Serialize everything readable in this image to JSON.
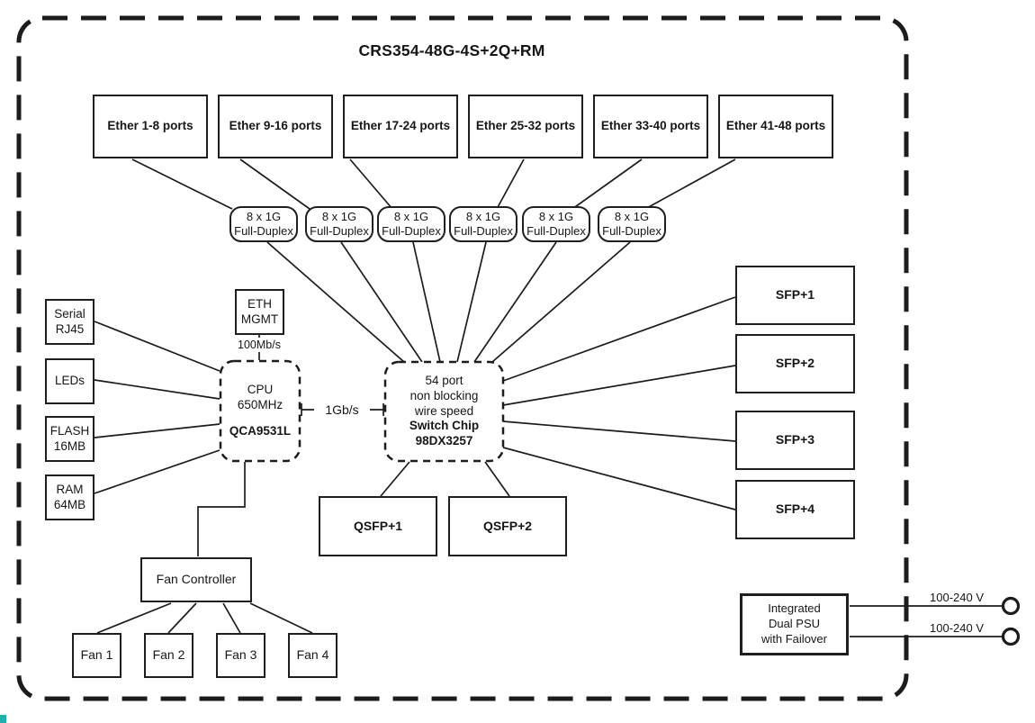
{
  "title": "CRS354-48G-4S+2Q+RM",
  "ether_groups": [
    {
      "label": "Ether 1-8 ports"
    },
    {
      "label": "Ether 9-16 ports"
    },
    {
      "label": "Ether 17-24 ports"
    },
    {
      "label": "Ether 25-32 ports"
    },
    {
      "label": "Ether 33-40 ports"
    },
    {
      "label": "Ether 41-48 ports"
    }
  ],
  "phy_blocks": [
    {
      "label": "8 x 1G\nFull-Duplex"
    },
    {
      "label": "8 x 1G\nFull-Duplex"
    },
    {
      "label": "8 x 1G\nFull-Duplex"
    },
    {
      "label": "8 x 1G\nFull-Duplex"
    },
    {
      "label": "8 x 1G\nFull-Duplex"
    },
    {
      "label": "8 x 1G\nFull-Duplex"
    }
  ],
  "peripherals": [
    {
      "label": "Serial\nRJ45"
    },
    {
      "label": "LEDs"
    },
    {
      "label": "FLASH\n16MB"
    },
    {
      "label": "RAM\n64MB"
    }
  ],
  "eth_mgmt": {
    "label": "ETH\nMGMT",
    "link_speed": "100Mb/s"
  },
  "cpu": {
    "label": "CPU\n650MHz",
    "model": "QCA9531L"
  },
  "cpu_switch_link": {
    "label": "1Gb/s"
  },
  "switch_chip": {
    "desc": "54 port\nnon blocking\nwire speed",
    "model": "Switch Chip\n98DX3257"
  },
  "sfp_ports": [
    {
      "label": "SFP+1"
    },
    {
      "label": "SFP+2"
    },
    {
      "label": "SFP+3"
    },
    {
      "label": "SFP+4"
    }
  ],
  "qsfp_ports": [
    {
      "label": "QSFP+1"
    },
    {
      "label": "QSFP+2"
    }
  ],
  "fan_controller": {
    "label": "Fan Controller"
  },
  "fans": [
    {
      "label": "Fan 1"
    },
    {
      "label": "Fan 2"
    },
    {
      "label": "Fan 3"
    },
    {
      "label": "Fan 4"
    }
  ],
  "psu": {
    "label": "Integrated\nDual PSU\nwith Failover"
  },
  "power_inputs": [
    {
      "label": "100-240 V"
    },
    {
      "label": "100-240 V"
    }
  ],
  "colors": {
    "stroke": "#1c1c1c",
    "background": "#ffffff",
    "artifact_teal": "#1fb0ad"
  }
}
